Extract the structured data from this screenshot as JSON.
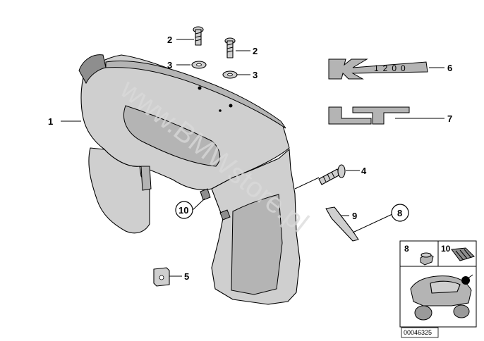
{
  "diagram": {
    "watermark": "www.BMWstore.pl",
    "reference_number": "00046325",
    "callouts": {
      "c1": "1",
      "c2a": "2",
      "c2b": "2",
      "c3a": "3",
      "c3b": "3",
      "c4": "4",
      "c5": "5",
      "c6": "6",
      "c7": "7",
      "c8": "8",
      "c9": "9",
      "c10": "10"
    },
    "emblem_k1200_text": "1200",
    "inset": {
      "label_left": "8",
      "label_right": "10"
    },
    "colors": {
      "line": "#000000",
      "part_fill": "#cfcfcf",
      "watermark": "#d9d9d9"
    }
  }
}
